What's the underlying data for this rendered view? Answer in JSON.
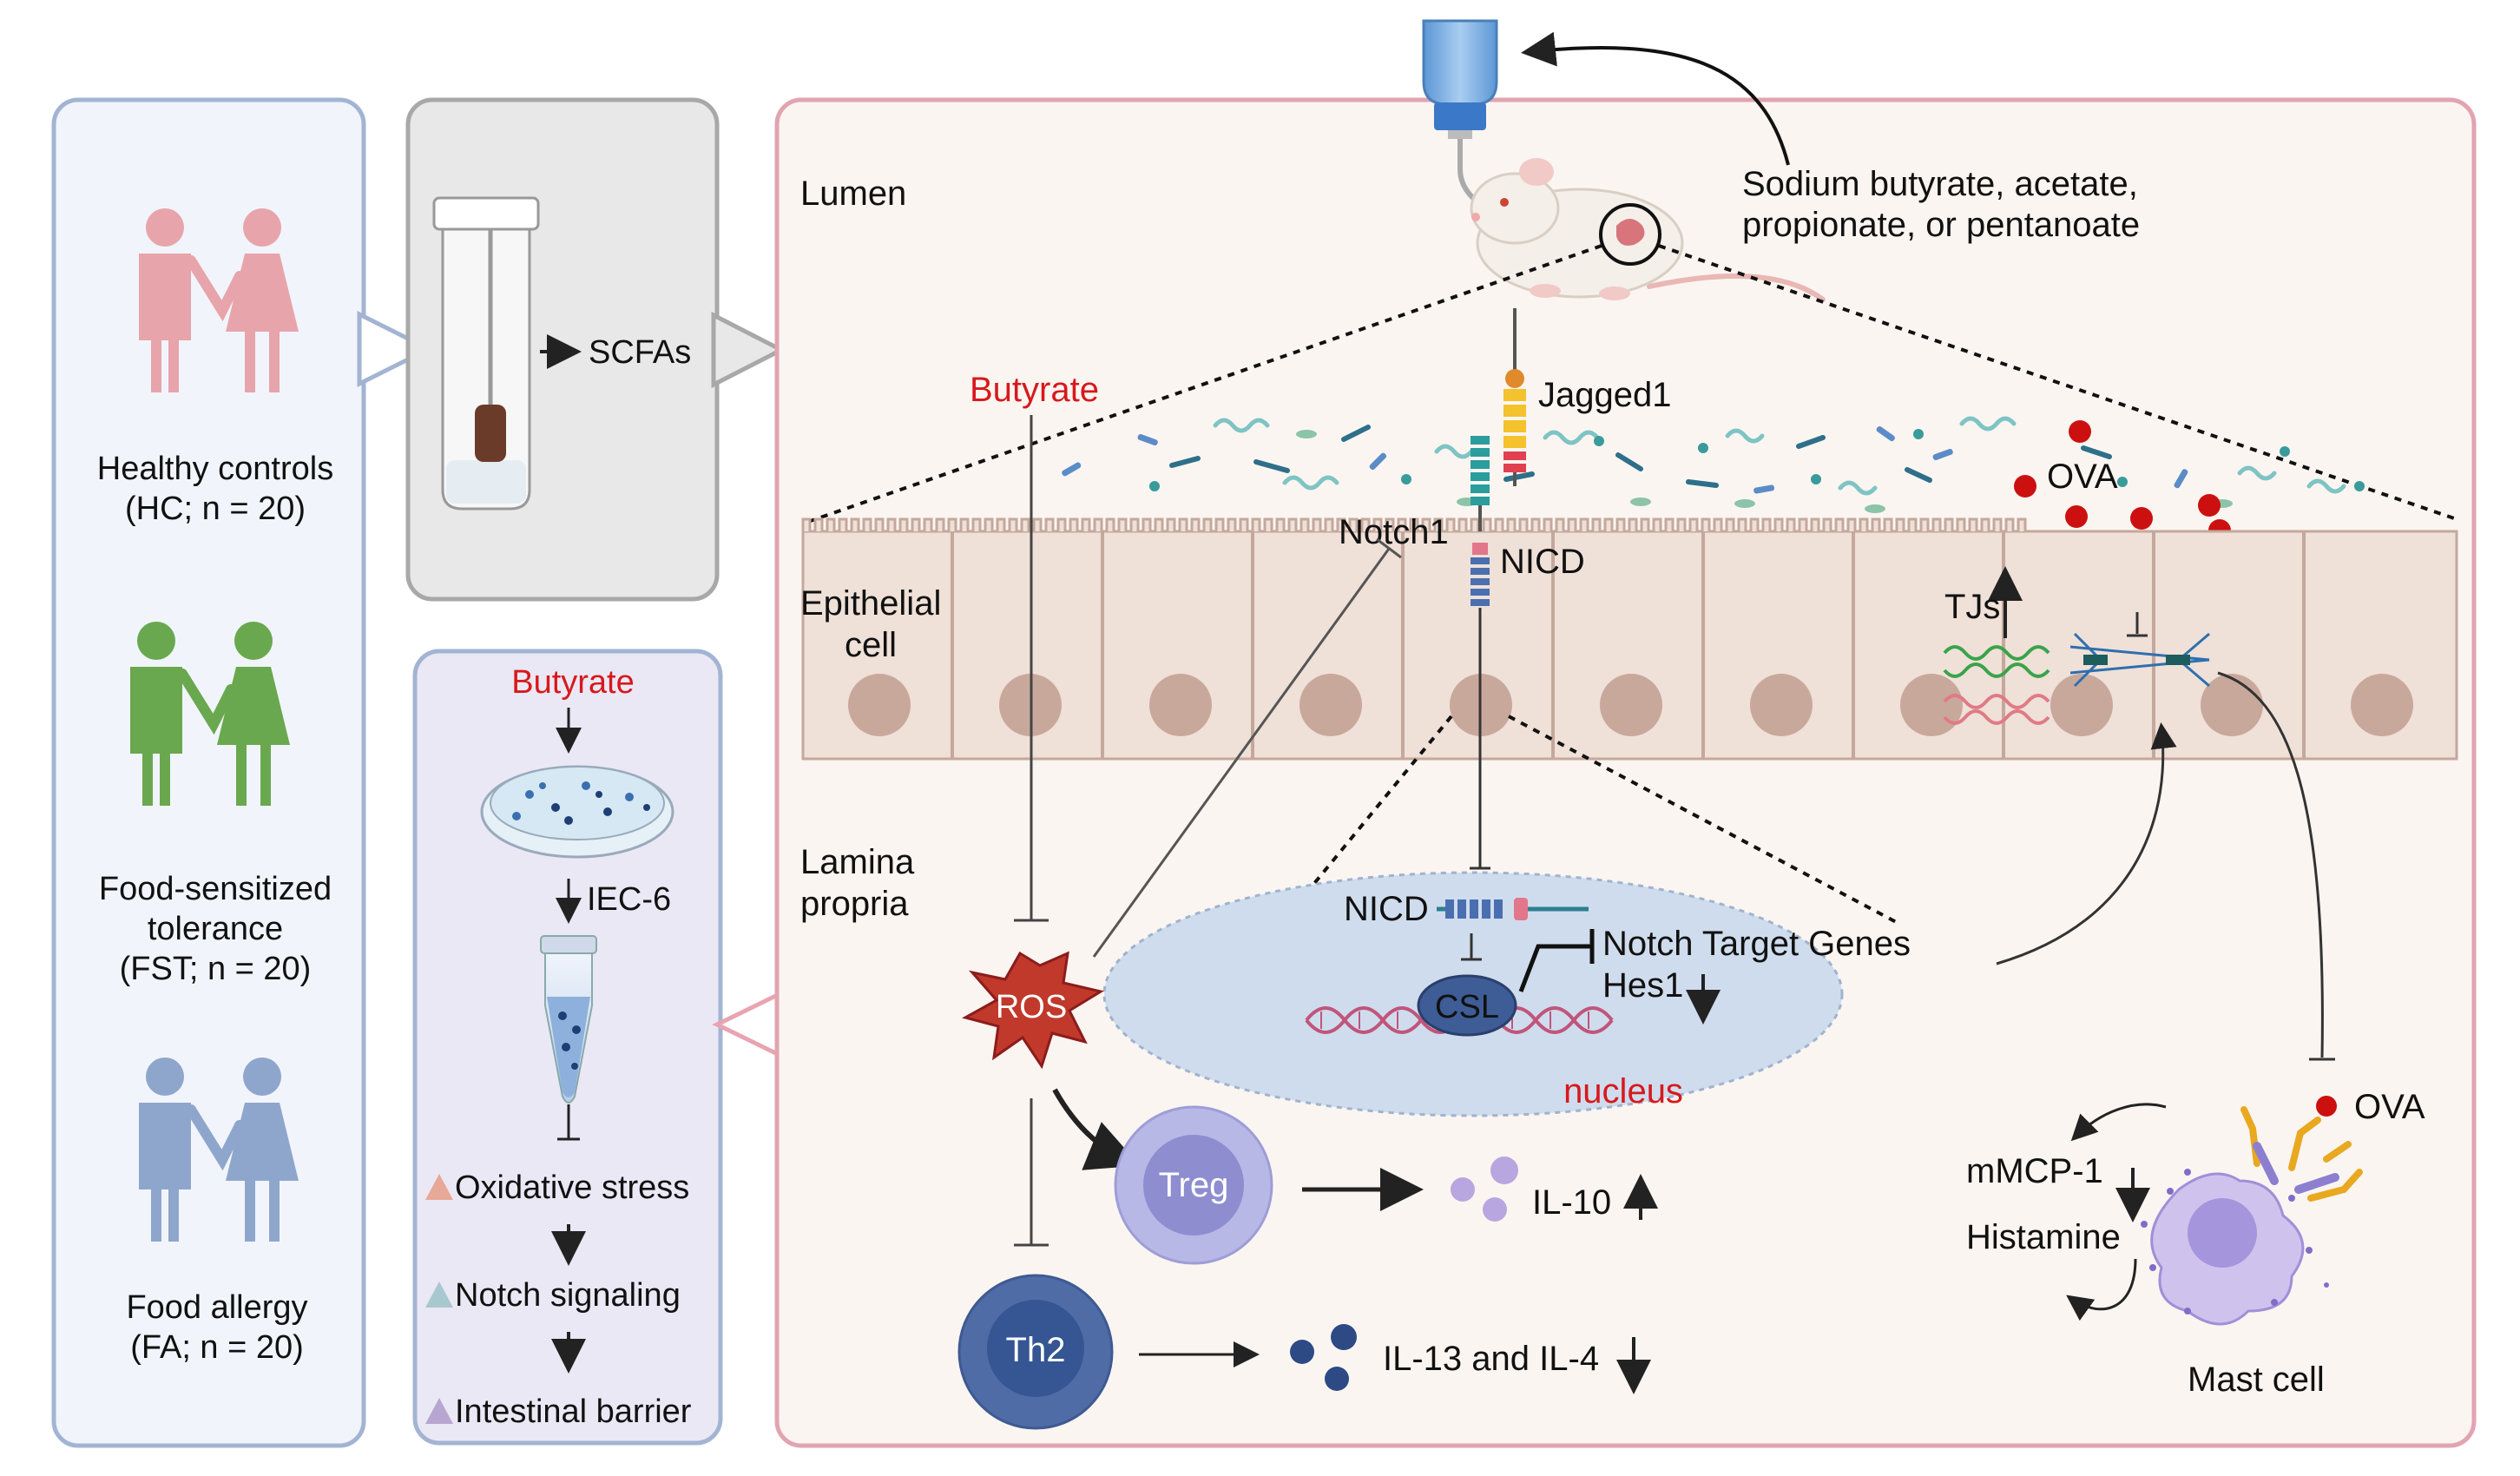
{
  "cohorts": {
    "hc": {
      "line1": "Healthy controls",
      "line2": "(HC;  n = 20)"
    },
    "fst": {
      "line1": "Food-sensitized",
      "line2": "tolerance",
      "line3": "(FST;  n = 20)"
    },
    "fa": {
      "line1": "Food allergy",
      "line2": "(FA;  n = 20)"
    }
  },
  "sample": {
    "scfas_label": "SCFAs"
  },
  "invitro": {
    "butyrate": "Butyrate",
    "cell_line": "IEC-6",
    "items": [
      "Oxidative stress",
      "Notch signaling",
      "Intestinal barrier"
    ]
  },
  "mechanism": {
    "lumen": "Lumen",
    "epithelial": [
      "Epithelial",
      "cell"
    ],
    "lamina": [
      "Lamina",
      "propria"
    ],
    "treatment": [
      "Sodium butyrate, acetate,",
      "propionate, or pentanoate"
    ],
    "butyrate": "Butyrate",
    "jagged1": "Jagged1",
    "notch1": "Notch1",
    "nicd": "NICD",
    "ova": "OVA",
    "tjs": "TJs",
    "ros": "ROS",
    "nicd_nucleus": "NICD",
    "csl": "CSL",
    "target_genes": "Notch Target Genes",
    "hes1": "Hes1",
    "nucleus": "nucleus",
    "treg": "Treg",
    "th2": "Th2",
    "il10": "IL-10",
    "il13_il4": "IL-13 and IL-4",
    "mmcp1": "mMCP-1",
    "histamine": "Histamine",
    "mast_cell": "Mast cell",
    "ova_mast": "OVA"
  },
  "colors": {
    "red_label": "#d7191c",
    "pink_person": "#e8a4ab",
    "green_person": "#6aa84f",
    "blue_person": "#8fa6cc",
    "ros": "#c0392b"
  }
}
